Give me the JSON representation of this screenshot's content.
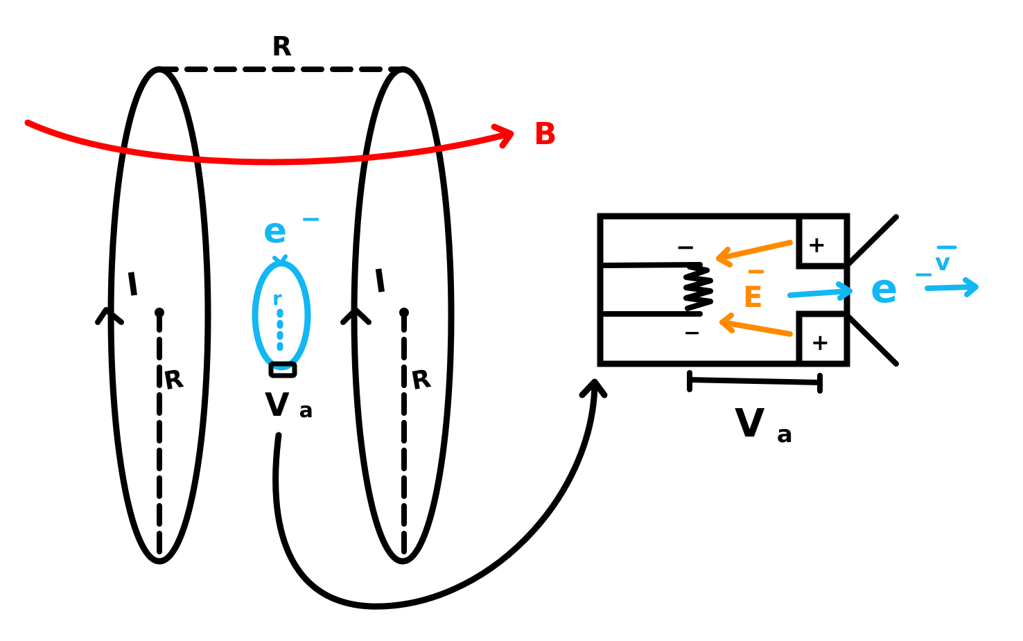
{
  "colors": {
    "ink": "#000000",
    "field_B": "#ff0000",
    "field_E": "#ff8a00",
    "electron": "#12b7f3"
  },
  "labels": {
    "coil_separation": "R",
    "magnetic_field": "B",
    "current_left": "I",
    "current_right": "I",
    "radius_left": "R",
    "radius_right": "R",
    "electron_main": "e",
    "electron_main_sup": "−",
    "orbit_radius": "r",
    "gun_label_main": "V",
    "gun_label_sub": "a",
    "minus_top": "−",
    "minus_bottom": "−",
    "plus_top": "+",
    "plus_bottom": "+",
    "electric_field": "E",
    "electron_gun": "e",
    "electron_gun_sup": "−",
    "velocity": "v",
    "voltage_main": "V",
    "voltage_sub": "a"
  }
}
